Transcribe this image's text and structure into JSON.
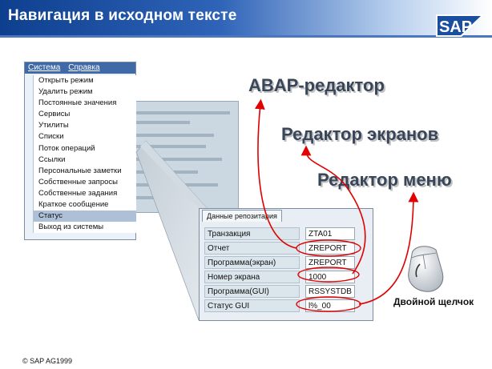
{
  "header": {
    "title": "Навигация в исходном тексте",
    "logo_text": "SAP"
  },
  "menu": {
    "bar": [
      "Система",
      "Справка"
    ],
    "items": [
      "Открыть режим",
      "Удалить режим",
      "Постоянные значения",
      "Сервисы",
      "Утилиты",
      "Списки",
      "Поток операций",
      "Ссылки",
      "Персональные заметки",
      "Собственные запросы",
      "Собственные задания",
      "Краткое сообщение",
      "Статус",
      "Выход из системы"
    ],
    "selected": "Статус"
  },
  "popup": {
    "tab": "Данные репозитария",
    "fields": [
      {
        "label": "Транзакция",
        "value": "ZTA01"
      },
      {
        "label": "Отчет",
        "value": "ZREPORT"
      },
      {
        "label": "Программа(экран)",
        "value": "ZREPORT"
      },
      {
        "label": "Номер экрана",
        "value": "1000"
      },
      {
        "label": "Программа(GUI)",
        "value": "RSSYSTDB"
      },
      {
        "label": "Статус GUI",
        "value": "l%_00"
      }
    ]
  },
  "callouts": {
    "abap_editor": "ABAP-редактор",
    "screen_editor": "Редактор экранов",
    "menu_editor": "Редактор меню"
  },
  "mouse_label": "Двойной щелчок",
  "footer": {
    "copyright": "© SAP AG1999"
  },
  "colors": {
    "arrow": "#e00000",
    "header_dark": "#0e3f8f",
    "callout_text": "#39465a"
  }
}
